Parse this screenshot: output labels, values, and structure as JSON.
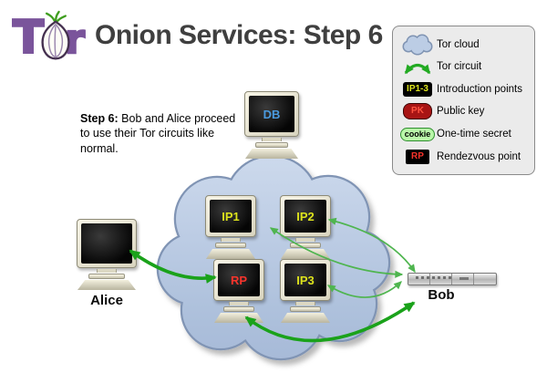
{
  "header": {
    "logo": {
      "letter_left": "T",
      "letter_right": "r"
    },
    "title": "Onion Services: Step 6"
  },
  "note": {
    "label": "Step 6:",
    "text": " Bob and Alice proceed to use their Tor circuits like normal."
  },
  "legend": {
    "items": [
      {
        "icon": "tor-cloud-icon",
        "label": "Tor cloud"
      },
      {
        "icon": "tor-circuit-icon",
        "label": "Tor circuit"
      },
      {
        "icon": "introduction-points-badge",
        "badge": "IP1-3",
        "label": "Introduction points"
      },
      {
        "icon": "public-key-badge",
        "badge": "PK",
        "label": "Public key"
      },
      {
        "icon": "one-time-secret-badge",
        "badge": "cookie",
        "label": "One-time secret"
      },
      {
        "icon": "rendezvous-point-badge",
        "badge": "RP",
        "label": "Rendezvous point"
      }
    ]
  },
  "diagram": {
    "nodes": {
      "db": {
        "label": "DB"
      },
      "ip1": {
        "label": "IP1"
      },
      "ip2": {
        "label": "IP2"
      },
      "ip3": {
        "label": "IP3"
      },
      "rp": {
        "label": "RP"
      },
      "alice": {
        "label": "Alice"
      },
      "bob": {
        "label": "Bob"
      }
    },
    "connections": [
      {
        "from": "alice",
        "to": "rp",
        "style": "thick"
      },
      {
        "from": "rp",
        "to": "bob",
        "style": "thick"
      },
      {
        "from": "bob",
        "to": "ip1",
        "style": "thin"
      },
      {
        "from": "bob",
        "to": "ip2",
        "style": "thin"
      },
      {
        "from": "bob",
        "to": "ip3",
        "style": "thin"
      }
    ]
  },
  "colors": {
    "tor_purple": "#7a549b",
    "title_gray": "#3f3f3f",
    "circuit_green_thick": "#1aa21a",
    "circuit_green_thin": "#4fb54f",
    "cloud_fill": "#b9cbe4",
    "cloud_border": "#8094b4",
    "ip_label": "#dde31c",
    "rp_label": "#f8342c",
    "db_label": "#4a9ade",
    "pk_badge_bg": "#a81414",
    "cookie_badge_bg": "#b9f7a9"
  }
}
